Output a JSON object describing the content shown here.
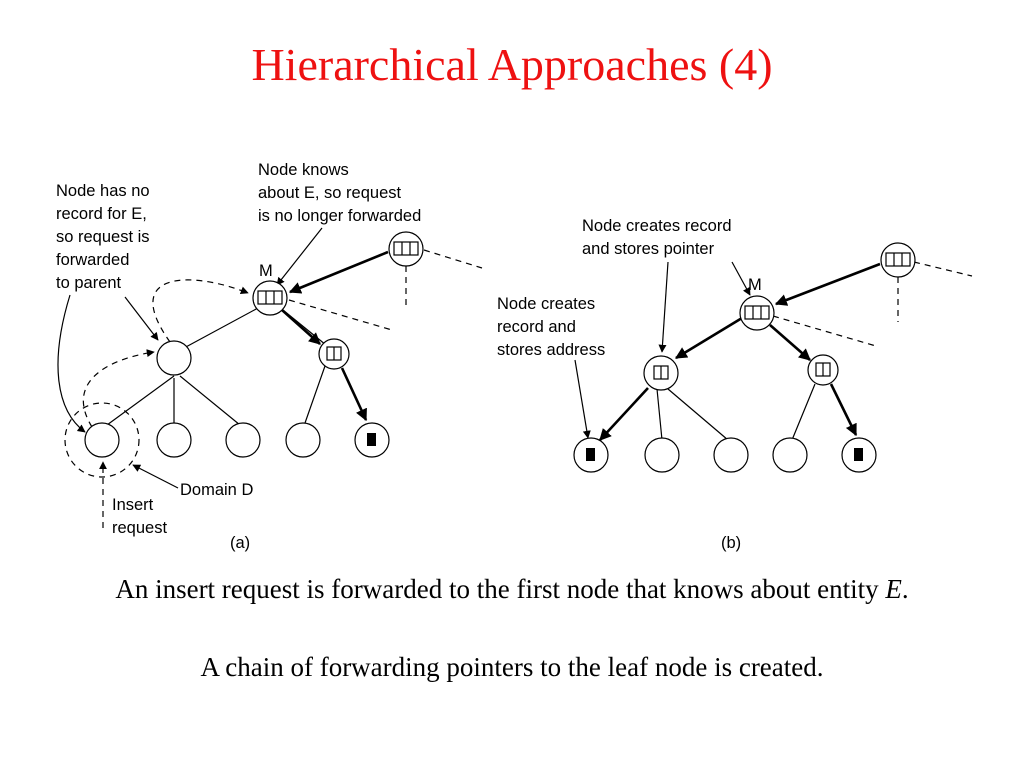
{
  "slide": {
    "title": "Hierarchical Approaches (4)",
    "caption_line1_pre": "An insert request is forwarded to the first node that knows about entity ",
    "caption_line1_em": "E",
    "caption_line1_post": ".",
    "caption_line2": "A chain of forwarding pointers to the leaf node is created."
  },
  "diagram_a": {
    "label": "(a)",
    "node_m": "M",
    "note_no_record": [
      "Node has no",
      "record for E,",
      "so request is",
      "forwarded",
      "to parent"
    ],
    "note_knows": [
      "Node knows",
      "about E, so request",
      "is no longer forwarded"
    ],
    "domain_label": "Domain D",
    "insert_label": [
      "Insert",
      "request"
    ]
  },
  "diagram_b": {
    "label": "(b)",
    "node_m": "M",
    "note_creates_pointer": [
      "Node creates record",
      "and stores pointer"
    ],
    "note_creates_address": [
      "Node creates",
      "record and",
      "stores address"
    ]
  }
}
